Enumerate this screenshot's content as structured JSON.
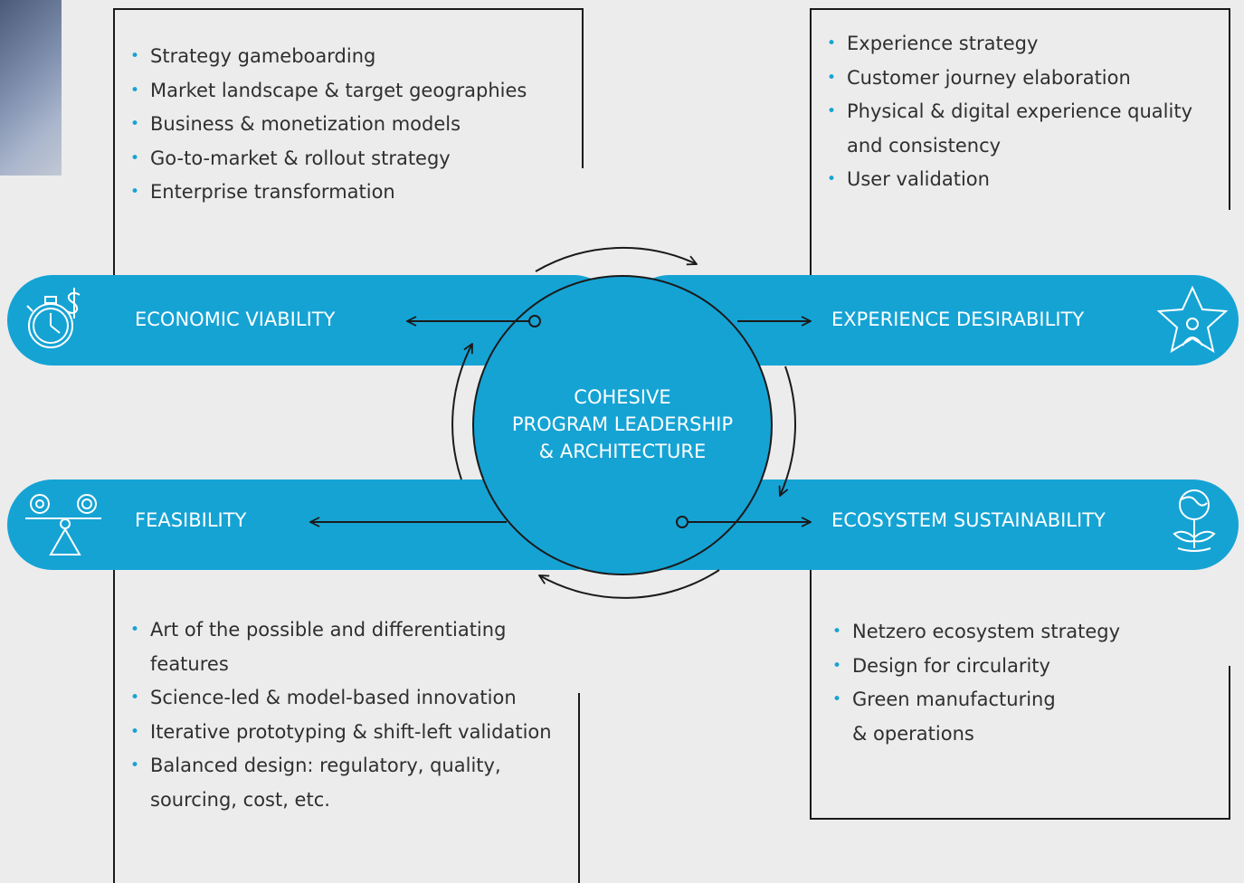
{
  "pillars": {
    "economic_viability": "ECONOMIC VIABILITY",
    "experience_desirability": "EXPERIENCE DESIRABILITY",
    "feasibility": "FEASIBILITY",
    "ecosystem_sustainability": "ECOSYSTEM SUSTAINABILITY"
  },
  "center": {
    "line1": "COHESIVE",
    "line2": "PROGRAM LEADERSHIP",
    "line3": "& ARCHITECTURE"
  },
  "lists": {
    "economic": [
      "Strategy gameboarding",
      "Market landscape & target geographies",
      "Business & monetization models",
      "Go-to-market & rollout strategy",
      "Enterprise transformation"
    ],
    "experience": [
      "Experience strategy",
      "Customer journey elaboration",
      "Physical & digital experience quality and consistency",
      "User validation"
    ],
    "feasibility": [
      "Art of the possible and differentiating features",
      "Science-led & model-based innovation",
      "Iterative prototyping & shift-left validation",
      "Balanced design: regulatory, quality, sourcing, cost, etc."
    ],
    "ecosystem": [
      "Netzero ecosystem strategy",
      "Design for circularity",
      "Green manufacturing & operations"
    ]
  },
  "icons": {
    "economic": "stopwatch-dollar-icon",
    "experience": "star-person-icon",
    "feasibility": "gears-balance-icon",
    "ecosystem": "globe-plant-icon"
  },
  "colors": {
    "band": "#15a3d4",
    "background": "#ececed",
    "frame": "#1a1a1a",
    "bullet": "#15a3d4"
  }
}
